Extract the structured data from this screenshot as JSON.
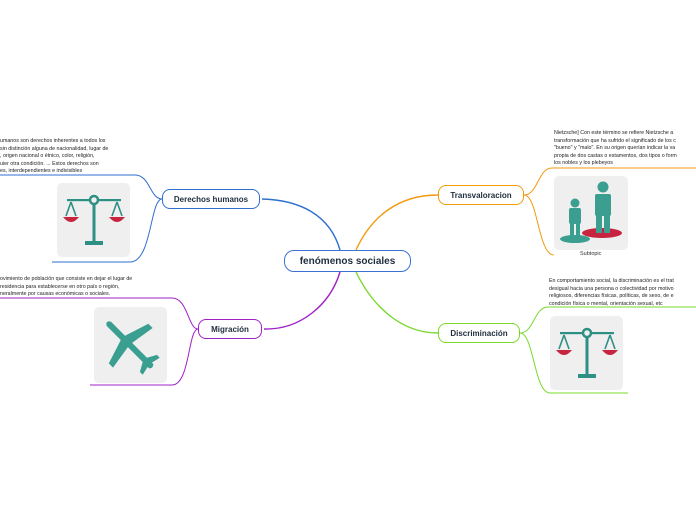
{
  "central": {
    "label": "fenómenos sociales",
    "color": "#3a73d4"
  },
  "branches": {
    "derechos": {
      "label": "Derechos humanos",
      "color": "#2f6fd0",
      "note": "umanos son derechos inherentes a todos los\n sin distinción alguna de nacionalidad, lugar de\n, origen nacional o étnico, color, religión,\nuier otra condición. ... Estos derechos son\nes, interdependientes e indivisibles",
      "image_icon": "scales-of-justice-icon"
    },
    "migracion": {
      "label": "Migración",
      "color": "#a020c8",
      "note": "ovimiento de población que consiste en dejar el lugar de\nresidencia para establecerse en otro país o región,\nneralmente por causas económicas o sociales.",
      "image_icon": "airplane-icon"
    },
    "transvaloracion": {
      "label": "Transvaloracion",
      "color": "#f29a0c",
      "note": "Nietzsche] Con este término se refiere Nietzsche a\ntransformación que ha sufrido el significado de los c\n\"bueno\" y \"malo\". En su origen querían indicar la va\npropia de dos castas o estamentos, dos tipos o form\nlos nobles y los plebeyos",
      "image_icon": "people-podium-icon",
      "caption": "Subtopic"
    },
    "discriminacion": {
      "label": "Discriminación",
      "color": "#79d92a",
      "note": "En comportamiento social, la discriminación es el trat\ndesigual hacia una persona o colectividad por motivo\nreligiosos, diferencias físicas, políticas, de sexo, de e\ncondición física o mental, orientación sexual, etc",
      "image_icon": "scales-of-justice-icon"
    }
  }
}
